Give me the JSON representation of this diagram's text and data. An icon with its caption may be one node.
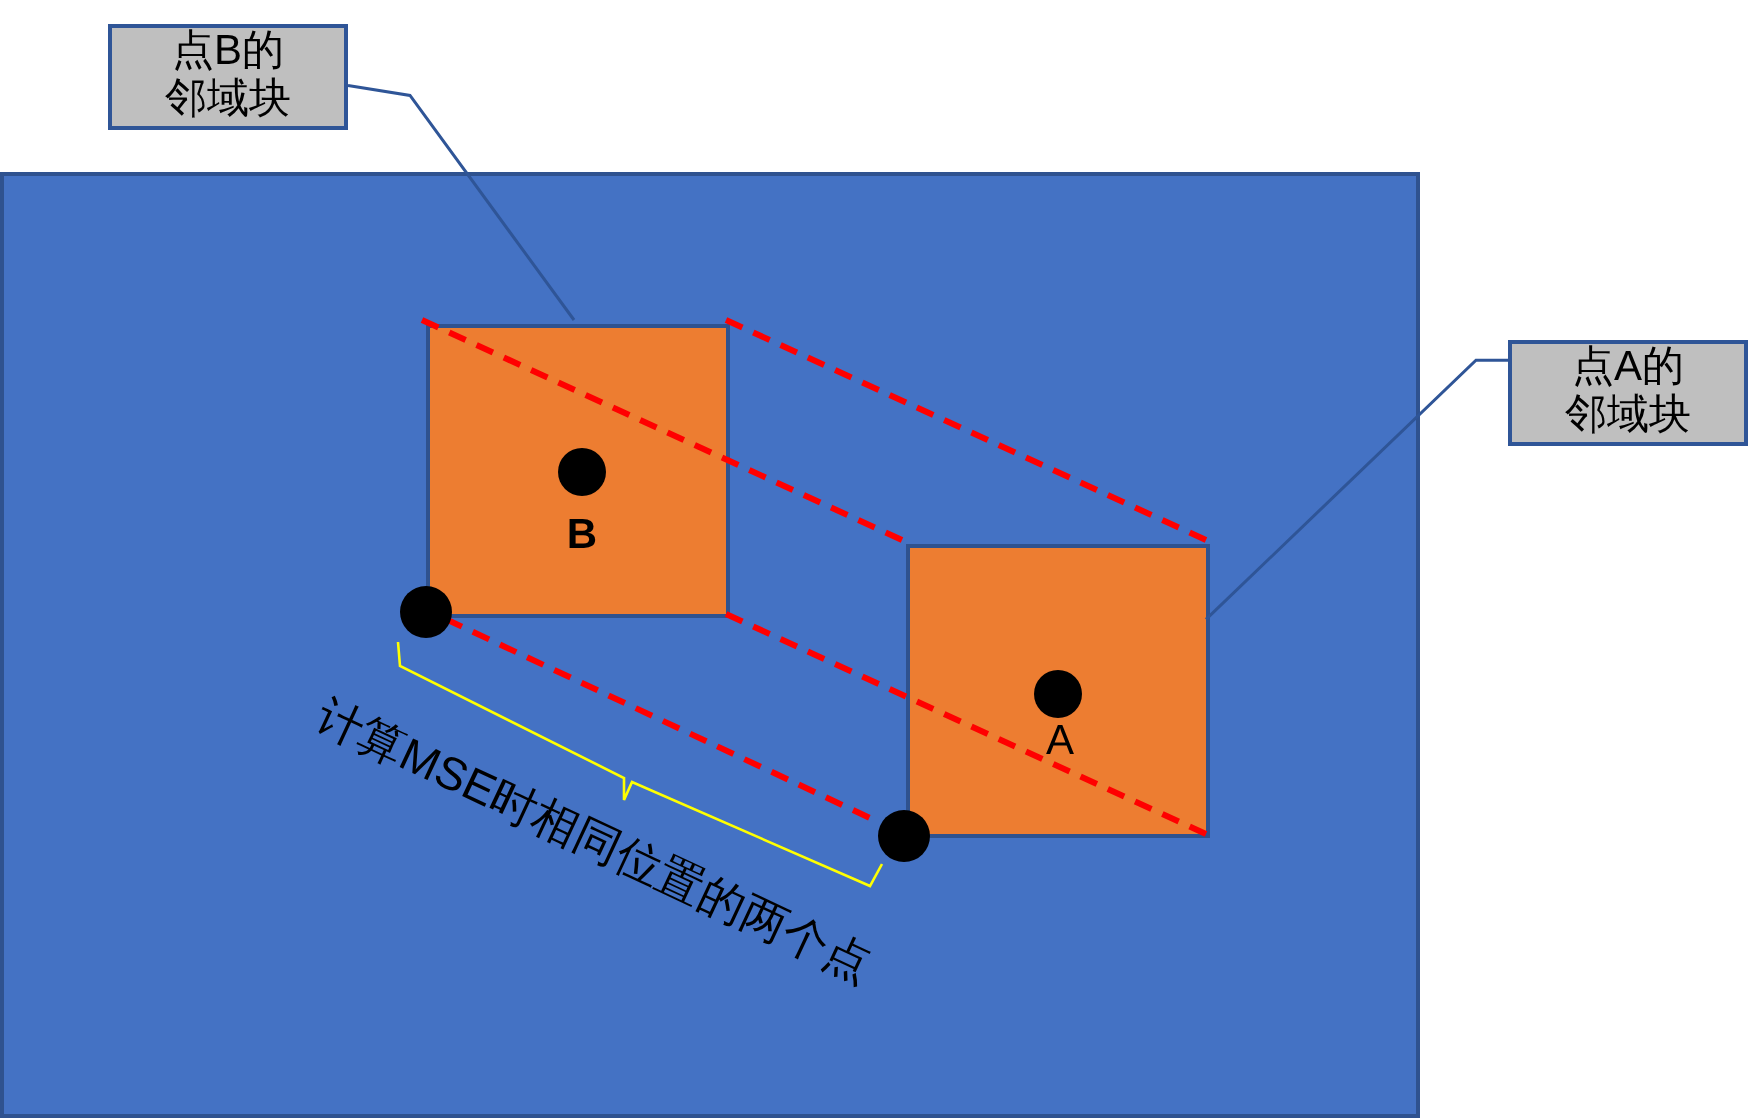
{
  "diagram": {
    "nodes": [
      {
        "text": [],
        "shape": "box"
      },
      {
        "text": [
          "点B的邻域块"
        ]
      },
      {
        "text": [
          "B"
        ],
        "in": 0
      },
      {
        "text": [
          "点A的邻域块"
        ]
      },
      {
        "text": [
          "A"
        ],
        "in": 0
      },
      {
        "text": [],
        "shape": "circle",
        "in": 0
      },
      {
        "text": [],
        "shape": "circle",
        "in": 0
      }
    ],
    "edges": [
      {
        "from": 1,
        "to": 2,
        "arrow": "none",
        "color": "#2f5597"
      },
      {
        "from": 3,
        "to": 4,
        "arrow": "none",
        "color": "#2f5597"
      },
      {
        "from": 2,
        "to": 4,
        "arrow": "none",
        "style": "dashed",
        "color": "#ff0000"
      },
      {
        "from": 2,
        "to": 4,
        "arrow": "none",
        "style": "dashed",
        "color": "#ff0000"
      },
      {
        "from": 2,
        "to": 4,
        "arrow": "none",
        "style": "dashed",
        "color": "#ff0000"
      },
      {
        "from": 5,
        "to": 6,
        "arrow": "none",
        "style": "dashed",
        "color": "#ff0000"
      }
    ],
    "labels": [
      "计算MSE时相同位置的两个点"
    ]
  }
}
